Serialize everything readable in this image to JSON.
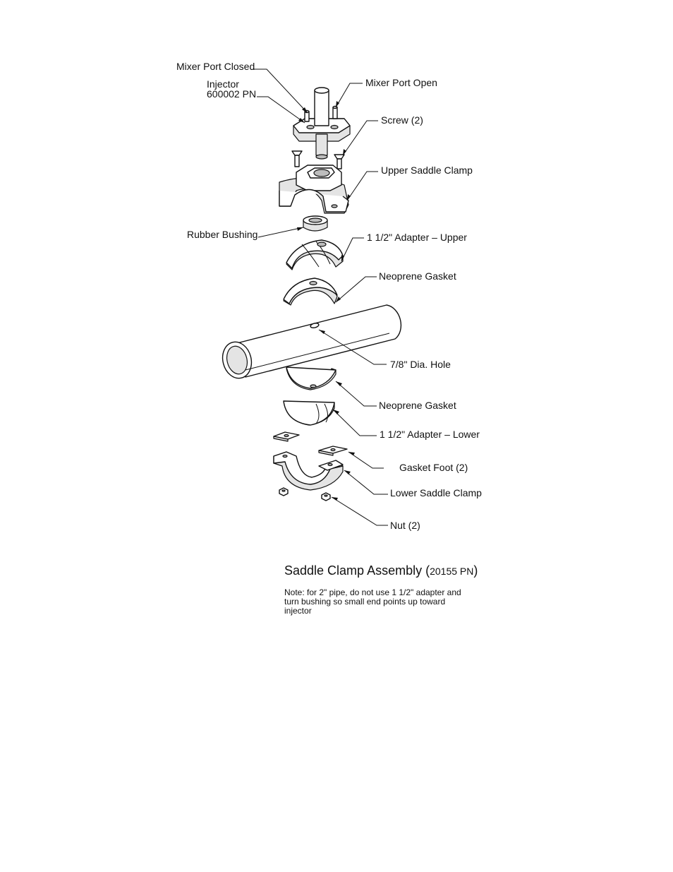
{
  "labels": {
    "mixer_port_closed": "Mixer Port Closed",
    "injector_line1": "Injector",
    "injector_line2": "600002 PN",
    "mixer_port_open": "Mixer Port Open",
    "screw": "Screw (2)",
    "upper_saddle_clamp": "Upper Saddle Clamp",
    "rubber_bushing": "Rubber Bushing",
    "adapter_upper": "1 1/2\" Adapter – Upper",
    "neoprene_gasket_upper": "Neoprene Gasket",
    "hole": "7/8\" Dia. Hole",
    "neoprene_gasket_lower": "Neoprene Gasket",
    "adapter_lower": "1 1/2\" Adapter – Lower",
    "gasket_foot": "Gasket Foot (2)",
    "lower_saddle_clamp": "Lower Saddle Clamp",
    "nut": "Nut (2)"
  },
  "caption": {
    "title": "Saddle Clamp Assembly (",
    "part_number": "20155 PN",
    "close": ")"
  },
  "note": "Note: for 2\" pipe, do not use 1 1/2\" adapter and turn bushing so small end points up toward injector"
}
